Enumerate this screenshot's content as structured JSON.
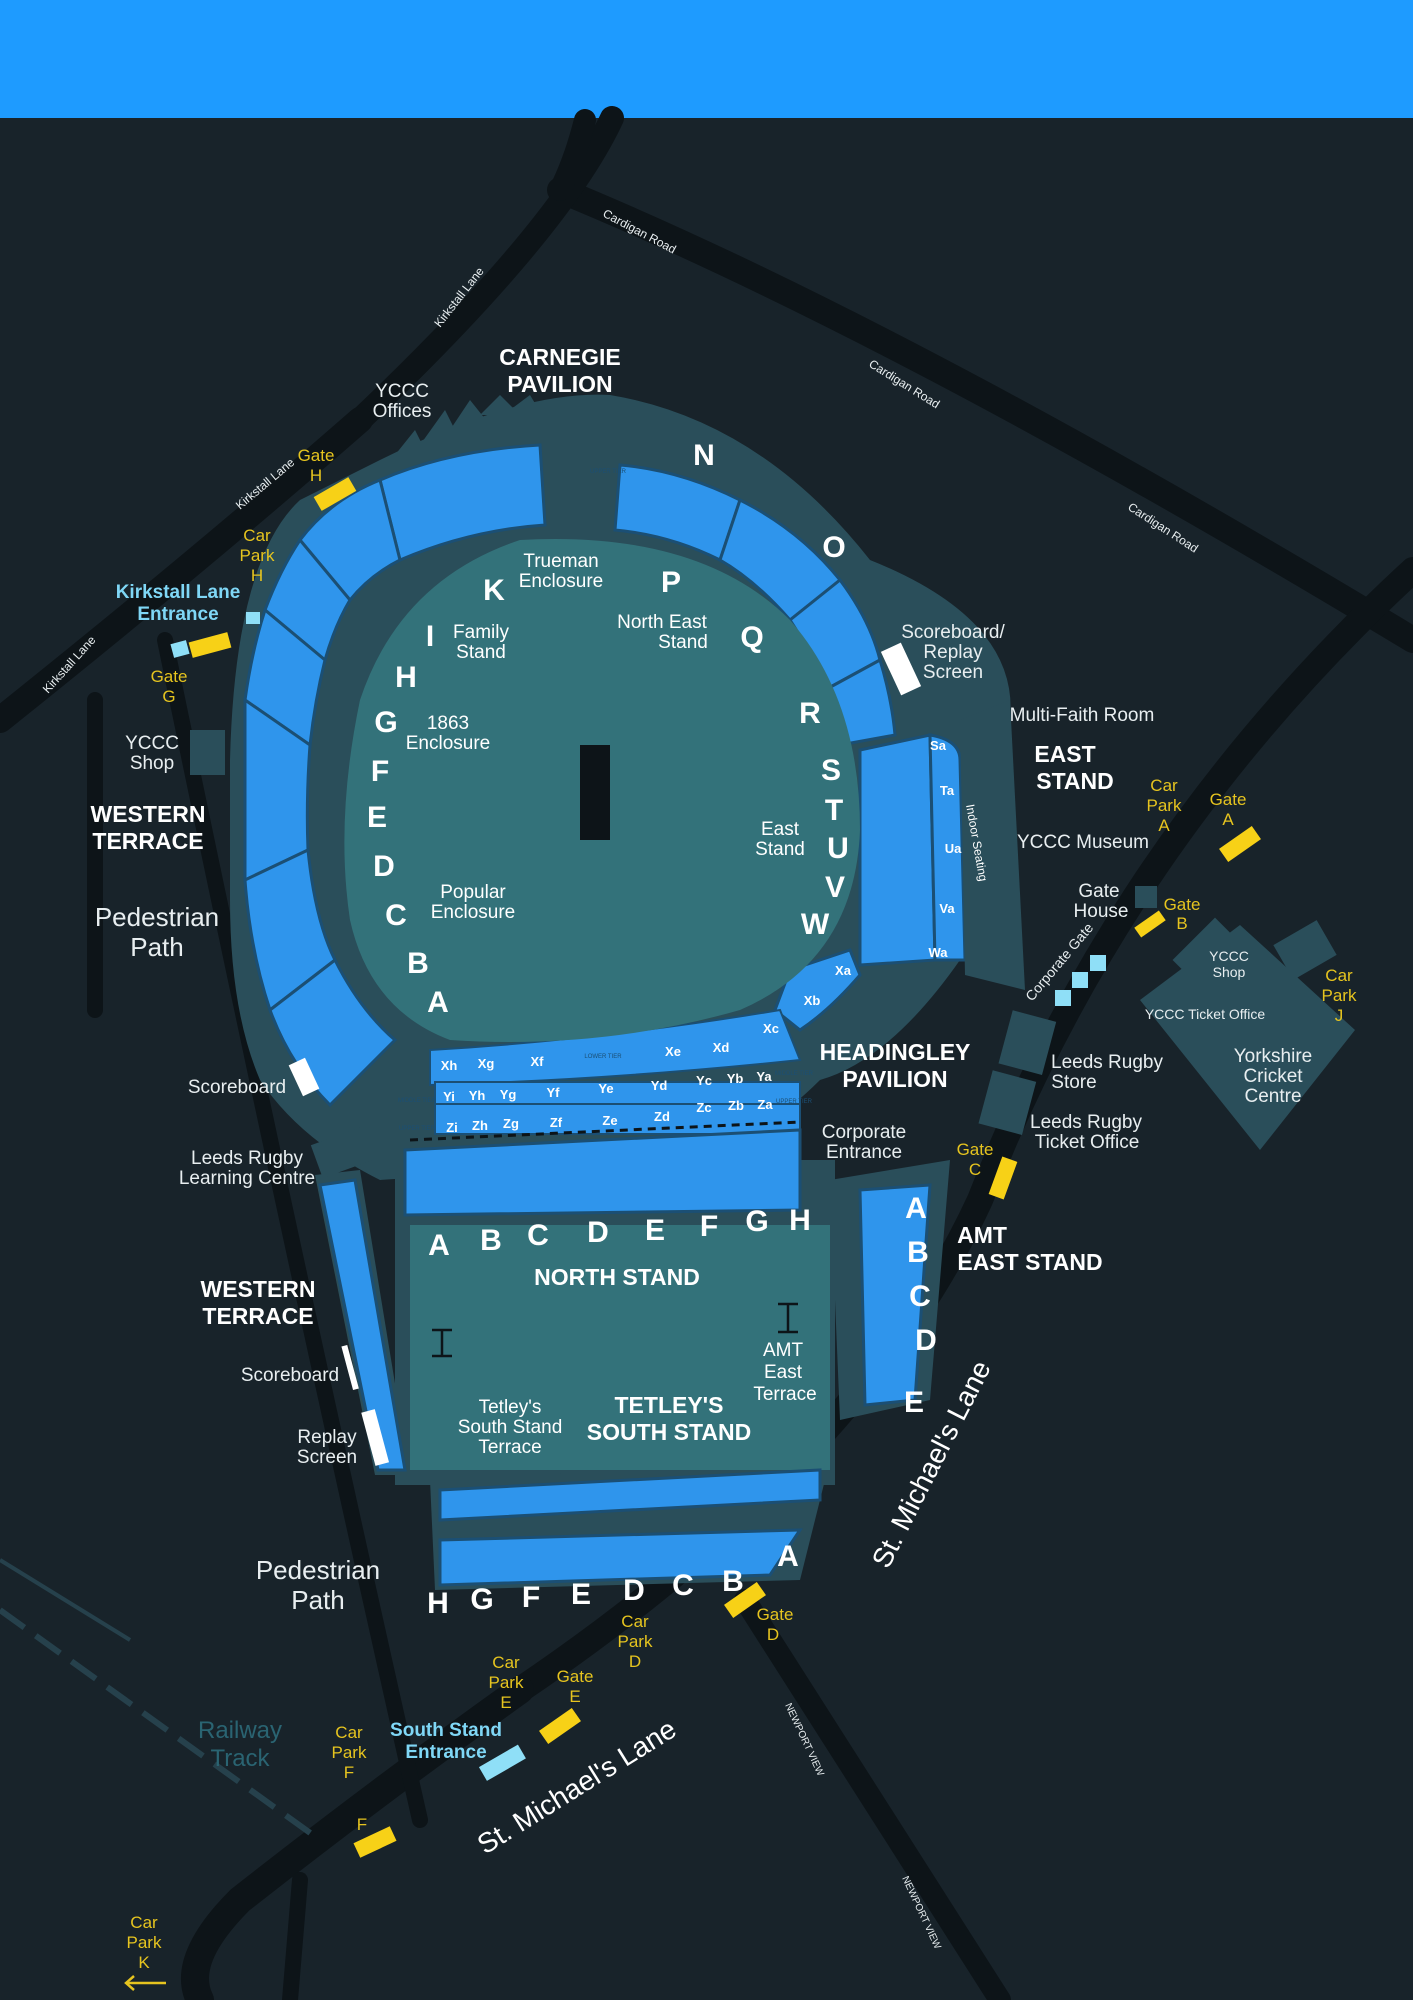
{
  "roads": {
    "cardigan_road_1": "Cardigan Road",
    "cardigan_road_2": "Cardigan Road",
    "cardigan_road_3": "Cardigan Road",
    "kirkstall_lane_1": "Kirkstall Lane",
    "kirkstall_lane_2": "Kirkstall Lane",
    "kirkstall_lane_3": "Kirkstall Lane",
    "st_michaels_lane_1": "St. Michael's Lane",
    "st_michaels_lane_2": "St. Michael's Lane",
    "newport_view_1": "NEWPORT VIEW",
    "newport_view_2": "NEWPORT VIEW",
    "railway_line1": "Railway",
    "railway_line2": "Track"
  },
  "stands": {
    "carnegie_line1": "CARNEGIE",
    "carnegie_line2": "PAVILION",
    "western_terrace_1_line1": "WESTERN",
    "western_terrace_1_line2": "TERRACE",
    "western_terrace_2_line1": "WESTERN",
    "western_terrace_2_line2": "TERRACE",
    "east_stand_line1": "EAST",
    "east_stand_line2": "STAND",
    "headingley_line1": "HEADINGLEY",
    "headingley_line2": "PAVILION",
    "amt_line1": "AMT",
    "amt_line2": "EAST STAND",
    "north_stand": "NORTH STAND",
    "tetleys_line1": "TETLEY'S",
    "tetleys_line2": "SOUTH STAND"
  },
  "pitch_labels": {
    "trueman_line1": "Trueman",
    "trueman_line2": "Enclosure",
    "family_line1": "Family",
    "family_line2": "Stand",
    "enc1863_line1": "1863",
    "enc1863_line2": "Enclosure",
    "north_east_line1": "North East",
    "north_east_line2": "Stand",
    "east_stand_line1": "East",
    "east_stand_line2": "Stand",
    "popular_line1": "Popular",
    "popular_line2": "Enclosure",
    "amt_terrace_line1": "AMT",
    "amt_terrace_line2": "East",
    "amt_terrace_line3": "Terrace",
    "tetley_terrace_line1": "Tetley's",
    "tetley_terrace_line2": "South Stand",
    "tetley_terrace_line3": "Terrace"
  },
  "section_letters": {
    "cricket_arc": [
      "K",
      "I",
      "H",
      "G",
      "F",
      "E",
      "D",
      "C",
      "B",
      "A"
    ],
    "north_east": [
      "N",
      "O",
      "P",
      "Q",
      "R",
      "S",
      "T",
      "U",
      "V",
      "W"
    ],
    "north_stand_row": [
      "A",
      "B",
      "C",
      "D",
      "E",
      "F",
      "G",
      "H"
    ],
    "amt_east": [
      "A",
      "B",
      "C",
      "D",
      "E"
    ],
    "south_stand_row": [
      "H",
      "G",
      "F",
      "E",
      "D",
      "C",
      "B",
      "A"
    ]
  },
  "blocks": {
    "east_blocks": [
      "Sa",
      "Ta",
      "Ua",
      "Va",
      "Wa"
    ],
    "headingley_upper": [
      "Xh",
      "Xg",
      "Xf",
      "Xe",
      "Xd",
      "Xc",
      "Xb",
      "Xa"
    ],
    "headingley_mid": [
      "Yi",
      "Yh",
      "Yg",
      "Yf",
      "Ye",
      "Yd",
      "Yc",
      "Yb",
      "Ya"
    ],
    "headingley_low": [
      "Zi",
      "Zh",
      "Zg",
      "Zf",
      "Ze",
      "Zd",
      "Zc",
      "Zb",
      "Za"
    ],
    "indoor_seating": "Indoor Seating",
    "lower_tier": "LOWER TIER",
    "upper_tier": "UPPER TIER",
    "middle_tier": "MIDDLE TIER"
  },
  "facilities": {
    "ycc_offices_line1": "YCCC",
    "ycc_offices_line2": "Offices",
    "ycc_shop_west_line1": "YCCC",
    "ycc_shop_west_line2": "Shop",
    "scoreboard_replay_line1": "Scoreboard/",
    "scoreboard_replay_line2": "Replay",
    "scoreboard_replay_line3": "Screen",
    "multi_faith": "Multi-Faith Room",
    "ycc_museum": "YCCC Museum",
    "gate_house_line1": "Gate",
    "gate_house_line2": "House",
    "corporate_gate": "Corporate Gate",
    "ycc_shop_east_line1": "YCCC",
    "ycc_shop_east_line2": "Shop",
    "ycc_ticket_office": "YCCC Ticket Office",
    "yorkshire_cc_line1": "Yorkshire",
    "yorkshire_cc_line2": "Cricket",
    "yorkshire_cc_line3": "Centre",
    "leeds_rugby_store_line1": "Leeds Rugby",
    "leeds_rugby_store_line2": "Store",
    "leeds_rugby_ticket_line1": "Leeds Rugby",
    "leeds_rugby_ticket_line2": "Ticket Office",
    "corporate_entrance_line1": "Corporate",
    "corporate_entrance_line2": "Entrance",
    "scoreboard_west": "Scoreboard",
    "leeds_rugby_learning_line1": "Leeds Rugby",
    "leeds_rugby_learning_line2": "Learning Centre",
    "scoreboard_south": "Scoreboard",
    "replay_screen_line1": "Replay",
    "replay_screen_line2": "Screen",
    "pedestrian_1_line1": "Pedestrian",
    "pedestrian_1_line2": "Path",
    "pedestrian_2_line1": "Pedestrian",
    "pedestrian_2_line2": "Path"
  },
  "entrances": {
    "kirkstall_line1": "Kirkstall Lane",
    "kirkstall_line2": "Entrance",
    "south_stand_line1": "South Stand",
    "south_stand_line2": "Entrance"
  },
  "gates": {
    "gate_h": [
      "Gate",
      "H"
    ],
    "gate_g": [
      "Gate",
      "G"
    ],
    "gate_a": [
      "Gate",
      "A"
    ],
    "gate_b": [
      "Gate",
      "B"
    ],
    "gate_c": [
      "Gate",
      "C"
    ],
    "gate_d": [
      "Gate",
      "D"
    ],
    "gate_e": [
      "Gate",
      "E"
    ],
    "gate_f": "F"
  },
  "car_parks": {
    "car_park_h": [
      "Car",
      "Park",
      "H"
    ],
    "car_park_a": [
      "Car",
      "Park",
      "A"
    ],
    "car_park_j": [
      "Car",
      "Park",
      "J"
    ],
    "car_park_d": [
      "Car",
      "Park",
      "D"
    ],
    "car_park_e": [
      "Car",
      "Park",
      "E"
    ],
    "car_park_f": [
      "Car",
      "Park",
      "F"
    ],
    "car_park_k": [
      "Car",
      "Park",
      "K"
    ]
  },
  "colors": {
    "header": "#1e9bff",
    "background": "#18232a",
    "road": "#0d1418",
    "stand_base": "#2a4e5a",
    "pitch": "#33727a",
    "seating": "#2f95ec",
    "gate": "#f7d117",
    "entrance": "#8fdff7",
    "gate_text": "#e6c41f",
    "entrance_text": "#7fd7f6"
  }
}
